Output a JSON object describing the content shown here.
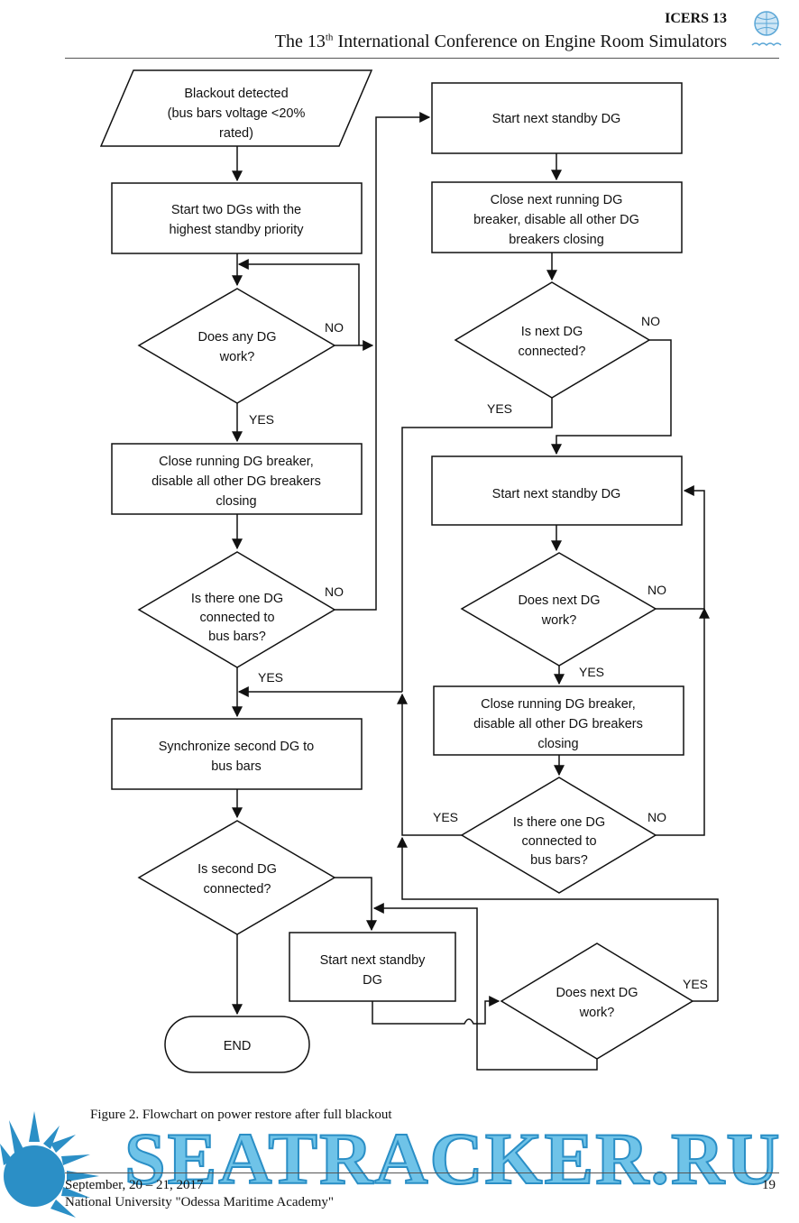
{
  "header": {
    "short_title": "ICERS 13",
    "conf_prefix": "The 13",
    "conf_sup": "th",
    "conf_suffix": " International Conference on Engine Room Simulators"
  },
  "flowchart": {
    "left": {
      "start_line1": "Blackout detected",
      "start_line2": "(bus bars voltage <20%",
      "start_line3": "rated)",
      "box1_line1": "Start two DGs with the",
      "box1_line2": "highest standby priority",
      "dec1_line1": "Does any DG",
      "dec1_line2": "work?",
      "box2_line1": "Close running DG breaker,",
      "box2_line2": "disable all other DG breakers",
      "box2_line3": "closing",
      "dec2_line1": "Is there one DG",
      "dec2_line2": "connected to",
      "dec2_line3": "bus bars?",
      "box3_line1": "Synchronize second DG to",
      "box3_line2": "bus bars",
      "dec3_line1": "Is second DG",
      "dec3_line2": "connected?",
      "end": "END"
    },
    "right": {
      "box1": "Start next standby DG",
      "box2_line1": "Close next running DG",
      "box2_line2": "breaker, disable all other DG",
      "box2_line3": "breakers closing",
      "dec1_line1": "Is next DG",
      "dec1_line2": "connected?",
      "box3": "Start next standby DG",
      "dec2_line1": "Does next DG",
      "dec2_line2": "work?",
      "box4_line1": "Close running DG breaker,",
      "box4_line2": "disable all other DG breakers",
      "box4_line3": "closing",
      "dec3_line1": "Is there one DG",
      "dec3_line2": "connected to",
      "dec3_line3": "bus bars?",
      "box5_line1": "Start next standby",
      "box5_line2": "DG",
      "dec4_line1": "Does next DG",
      "dec4_line2": "work?"
    },
    "yes": "YES",
    "no": "NO"
  },
  "caption": "Figure 2. Flowchart on power restore after full blackout",
  "watermark": "SEATRACKER.RU",
  "footer": {
    "date": "September, 20 – 21, 2017",
    "org": "National University \"Odessa Maritime Academy\"",
    "page": "19"
  },
  "colors": {
    "watermark_fill": "#6fc3e8",
    "watermark_stroke": "#2b8fc6"
  }
}
